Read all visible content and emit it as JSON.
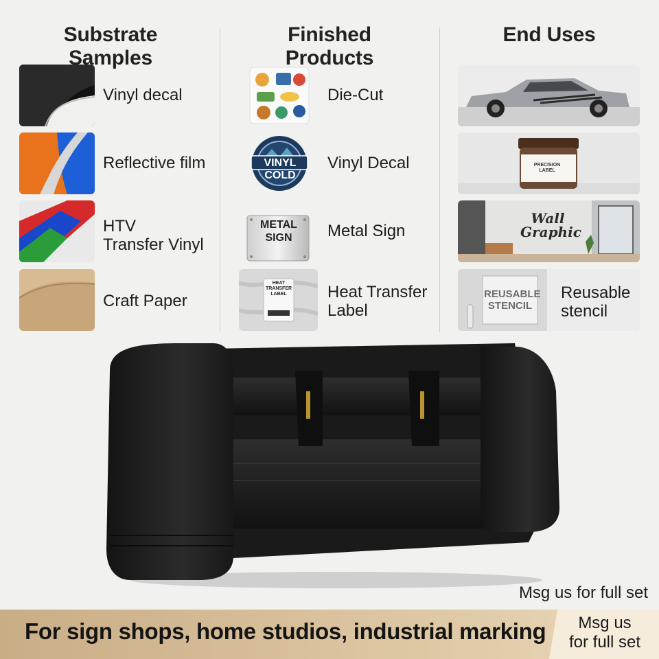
{
  "columns": {
    "substrate": {
      "heading": "Substrate Samples",
      "items": [
        {
          "label": "Vinyl decal",
          "icon": "vinyl-roll-image"
        },
        {
          "label": "Reflective film",
          "icon": "reflective-film-image"
        },
        {
          "label": "HTV\nTransfer Vinyl",
          "icon": "htv-sheets-image"
        },
        {
          "label": "Craft Paper",
          "icon": "craft-paper-image"
        }
      ]
    },
    "finished": {
      "heading": "Finished Products",
      "items": [
        {
          "label": "Die-Cut",
          "icon": "die-cut-stickers-image"
        },
        {
          "label": "Vinyl Decal",
          "icon": "vinyl-badge-image",
          "badge_text": "VINYL COLD"
        },
        {
          "label": "Metal Sign",
          "icon": "metal-sign-image",
          "sign_text": "METAL\nSIGN"
        },
        {
          "label": "Heat Transfer\nLabel",
          "icon": "fabric-label-image",
          "card_text": "HEAT TRANSFER\nLABEL"
        }
      ]
    },
    "end_uses": {
      "heading": "End Uses",
      "items": [
        {
          "icon": "car-decal-image"
        },
        {
          "icon": "jar-label-image",
          "jar_text": "PRECISION\nLABEL"
        },
        {
          "icon": "wall-graphic-image",
          "wall_text": "Wall\nGraphic"
        },
        {
          "label": "Reusable\nstencil",
          "icon": "stencil-image",
          "stencil_text": "REUSABLE\nSTENCIL"
        }
      ]
    }
  },
  "note": "Msg us for full set",
  "banner": {
    "text": "For sign shops, home studios, industrial marking",
    "cta": "Msg us\nfor full set"
  },
  "colors": {
    "banner_gold": "#d4bb94",
    "cta_bg": "#f5ecdc",
    "machine": "#1c1c1c"
  }
}
